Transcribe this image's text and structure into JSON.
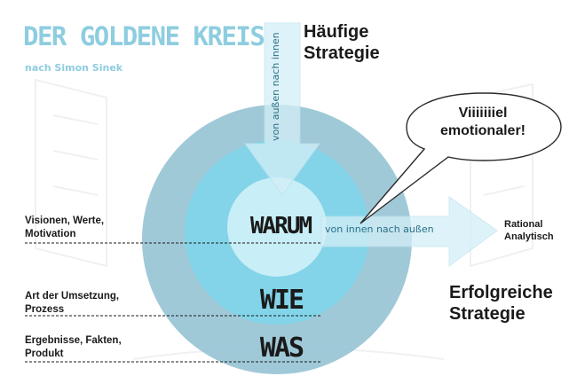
{
  "header": {
    "title": "DER GOLDENE KREIS",
    "subtitle": "nach Simon Sinek"
  },
  "strategies": {
    "common": "Häufige\nStrategie",
    "successful": "Erfolgreiche\nStrategie"
  },
  "circles": {
    "inner": "WARUM",
    "middle": "WIE",
    "outer": "WAS"
  },
  "labels": {
    "vision": "Visionen, Werte,\nMotivation",
    "process": "Art der Umsetzung,\nProzess",
    "results": "Ergebnisse, Fakten,\nProdukt",
    "rational": "Rational\nAnalytisch"
  },
  "arrows": {
    "outside_in": "von außen nach innen",
    "inside_out": "von innen nach außen"
  },
  "bubble": {
    "text": "Viiiiiiiel\nemotionaler!"
  },
  "colors": {
    "outer_ring": "#8fbfd1",
    "middle_ring": "#7fd5ea",
    "inner_circle": "#c8eef7",
    "title": "#8ecde0"
  }
}
